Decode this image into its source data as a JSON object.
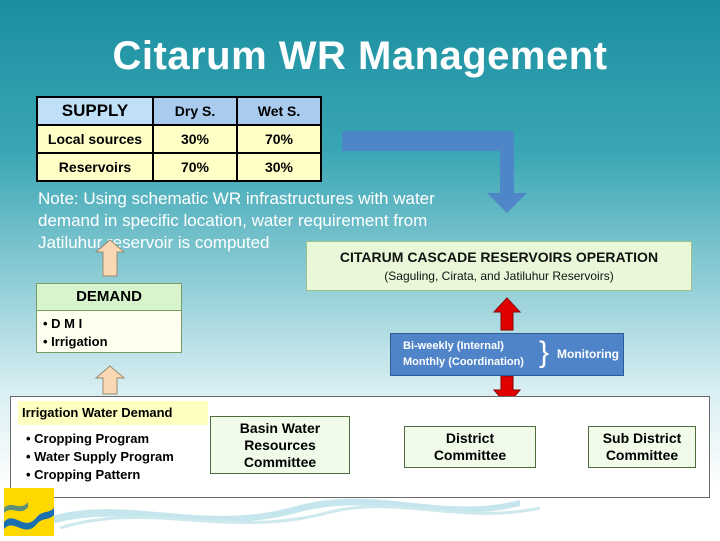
{
  "title": "Citarum WR Management",
  "supply_table": {
    "headers": [
      "SUPPLY",
      "Dry S.",
      "Wet S."
    ],
    "rows": [
      {
        "label": "Local sources",
        "dry": "30%",
        "wet": "70%"
      },
      {
        "label": "Reservoirs",
        "dry": "70%",
        "wet": "30%"
      }
    ]
  },
  "note": "Note: Using schematic WR infrastructures with water demand  in specific location, water requirement from Jatiluhur reservoir is computed",
  "cascade": {
    "title": "CITARUM CASCADE RESERVOIRS OPERATION",
    "subtitle": "(Saguling, Cirata, and Jatiluhur Reservoirs)"
  },
  "demand": {
    "title": "DEMAND",
    "items": [
      "D M I",
      "Irrigation"
    ]
  },
  "monitoring": {
    "line1": "Bi-weekly (Internal)",
    "line2": "Monthly (Coordination)",
    "label": "Monitoring"
  },
  "irrigation": {
    "title": "Irrigation Water Demand",
    "items": [
      "Cropping Program",
      "Water Supply Program",
      "Cropping Pattern"
    ]
  },
  "committees": {
    "basin_line1": "Basin Water",
    "basin_line2": "Resources",
    "basin_line3": "Committee",
    "district_line1": "District",
    "district_line2": "Committee",
    "subdistrict_line1": "Sub District",
    "subdistrict_line2": "Committee"
  },
  "colors": {
    "up_arrow_fill": "#fbd8b4",
    "red_arrow": "#e00000",
    "blue_arrow": "#4f84c8",
    "monitor_box": "#4f84c8"
  }
}
